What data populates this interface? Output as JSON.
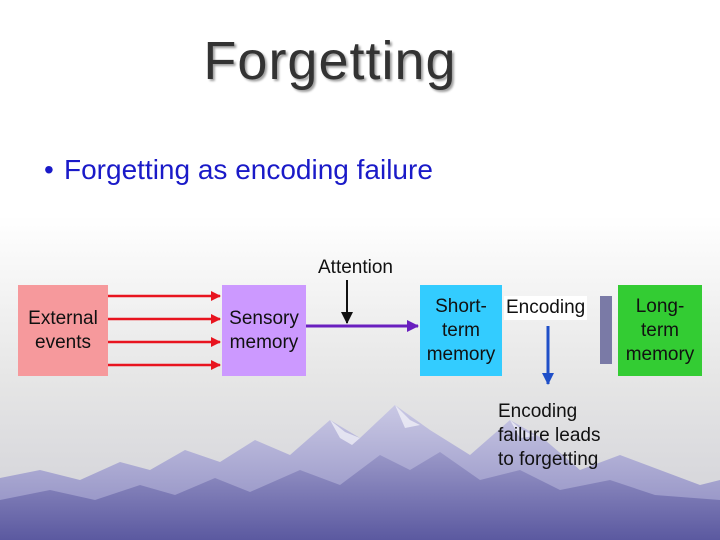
{
  "slide": {
    "title": "Forgetting",
    "bullet": "Forgetting as encoding failure"
  },
  "diagram": {
    "attention_label": "Attention",
    "boxes": {
      "external": {
        "line1": "External",
        "line2": "events",
        "color": "#f6999c"
      },
      "sensory": {
        "line1": "Sensory",
        "line2": "memory",
        "color": "#cc99ff"
      },
      "short_term": {
        "line1": "Short-",
        "line2": "term",
        "line3": "memory",
        "color": "#33ccff"
      },
      "long_term": {
        "line1": "Long-",
        "line2": "term",
        "line3": "memory",
        "color": "#33cc33"
      }
    },
    "encoding_label": "Encoding",
    "failure_label": {
      "line1": "Encoding",
      "line2": "failure leads",
      "line3": "to forgetting"
    },
    "colors": {
      "input_arrows": "#e8141f",
      "flow_arrow": "#6a1fbf",
      "fail_arrow": "#1f4fc8",
      "encoding_bar": "#7a7aa6",
      "bullet_text": "#1a1ac8"
    }
  }
}
